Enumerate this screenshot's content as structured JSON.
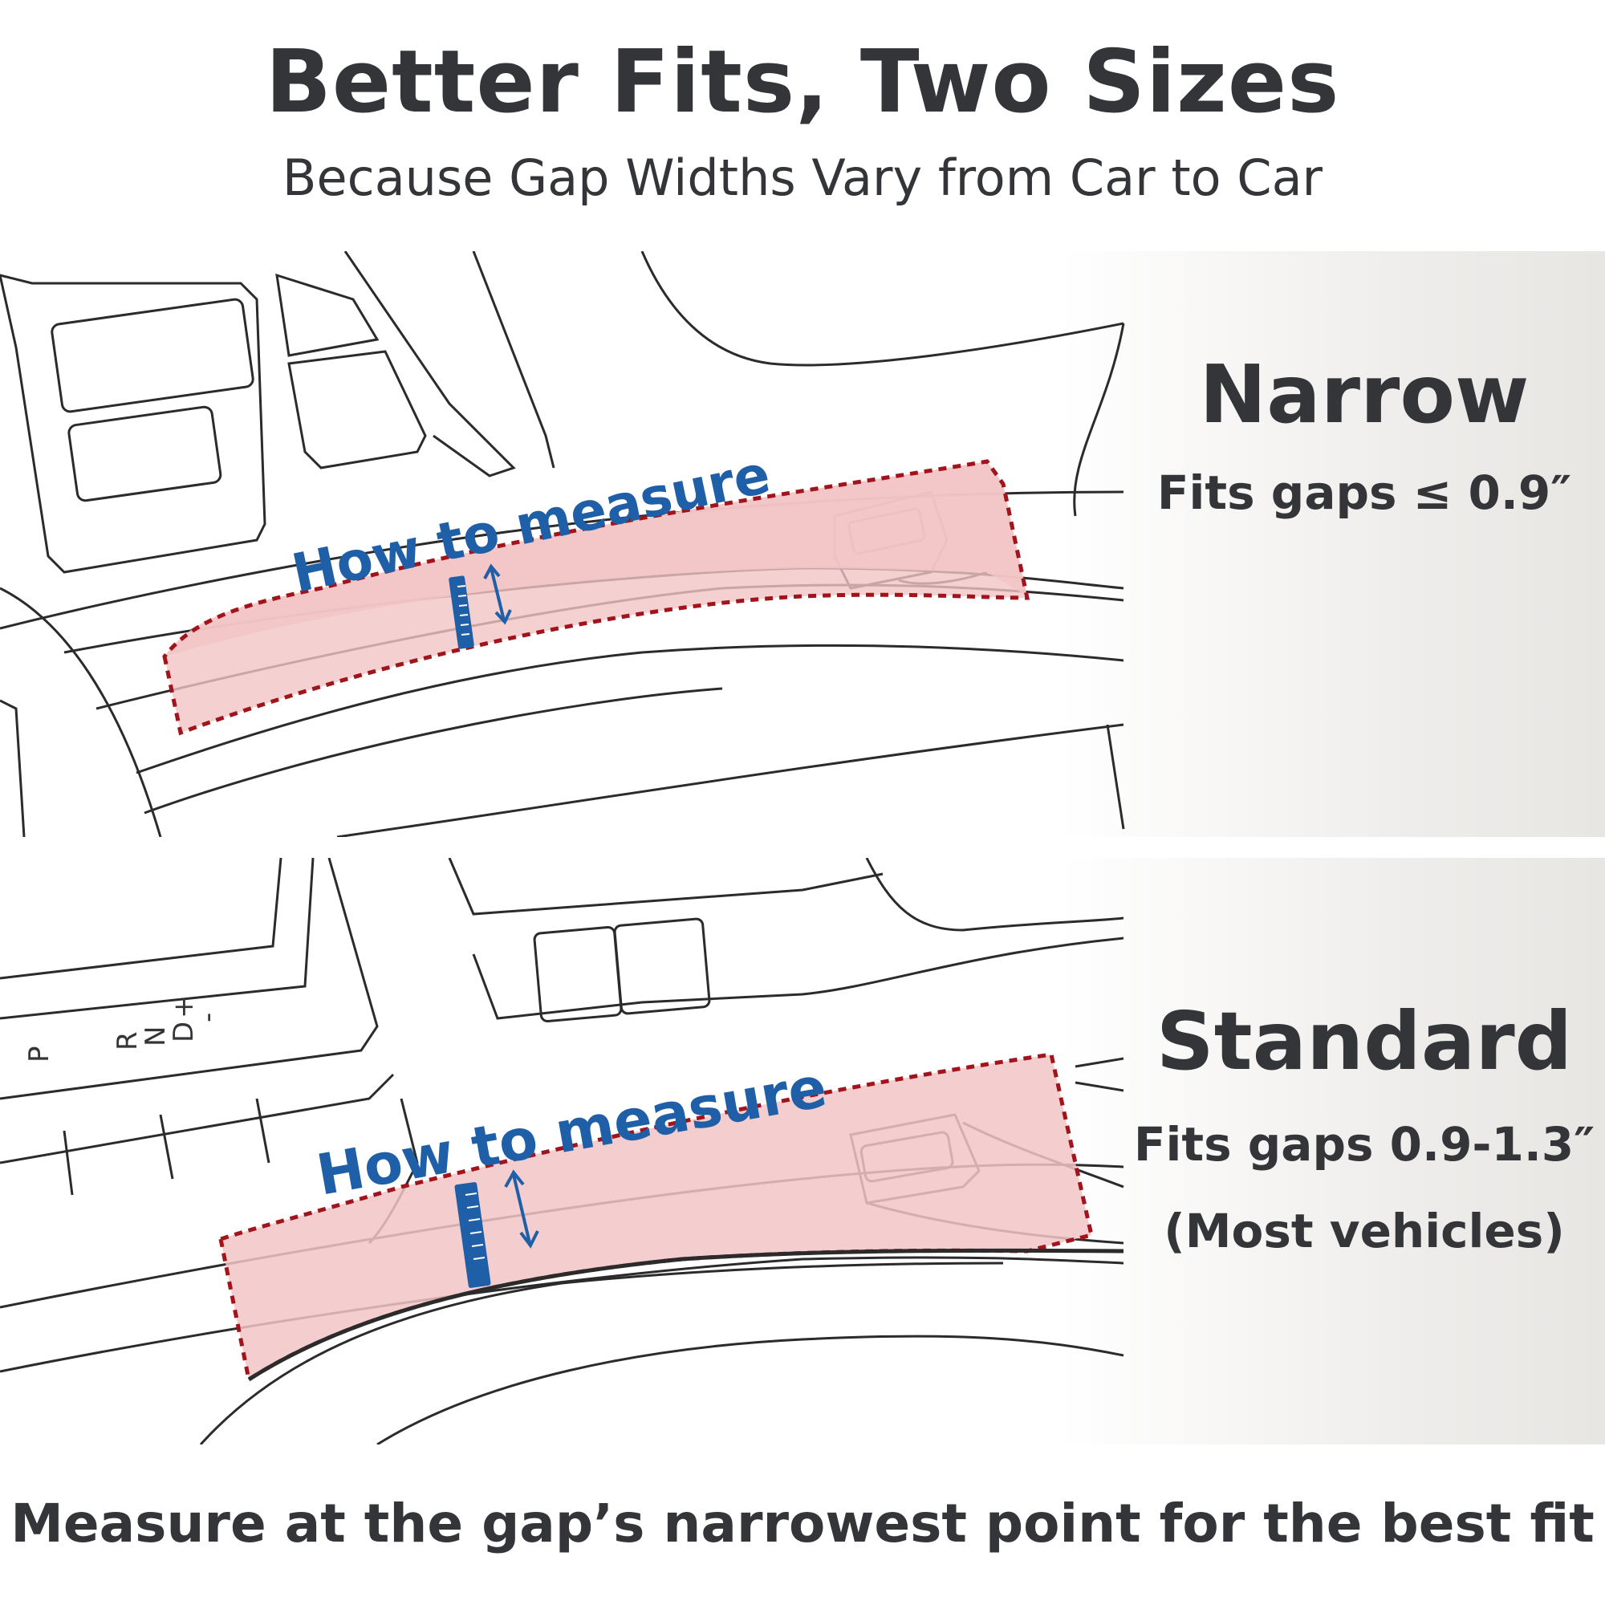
{
  "header": {
    "title": "Better Fits, Two Sizes",
    "subtitle": "Because Gap Widths Vary from Car to Car"
  },
  "panels": [
    {
      "measure_label": "How to measure",
      "size_name": "Narrow",
      "fit_text": "Fits gaps ≤ 0.9″",
      "note": ""
    },
    {
      "measure_label": "How to measure",
      "size_name": "Standard",
      "fit_text": "Fits gaps 0.9-1.3″",
      "note": "(Most vehicles)",
      "gear_labels": [
        "P",
        "R",
        "N",
        "D",
        "+",
        "-"
      ]
    }
  ],
  "footer": {
    "text": "Measure at the gap’s narrowest point for the best fit"
  },
  "colors": {
    "text": "#333538",
    "measure_blue": "#1f5fa8",
    "highlight_fill": "#f2c4c6",
    "highlight_border": "#a1141b",
    "line": "#2b2b2b"
  }
}
